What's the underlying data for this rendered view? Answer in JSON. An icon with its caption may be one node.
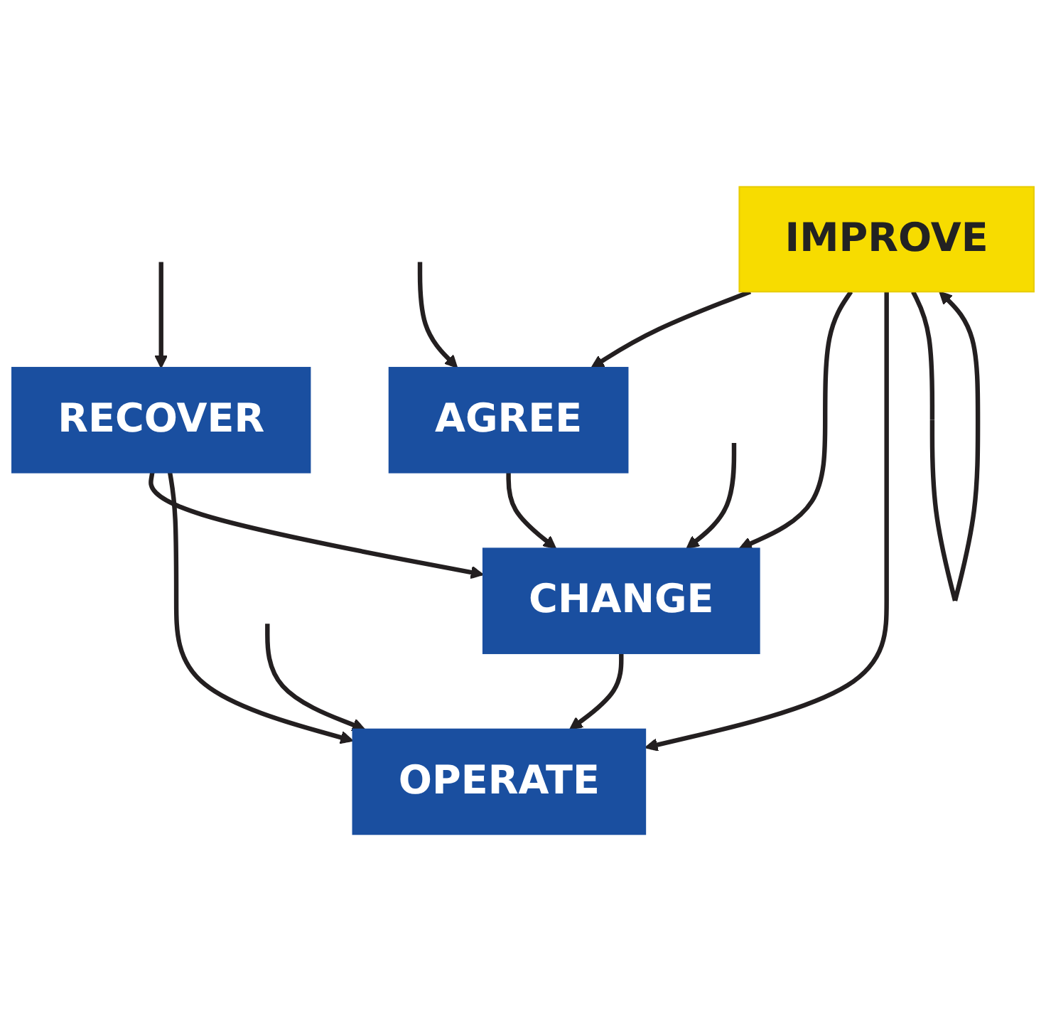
{
  "diagram": {
    "nodes": [
      {
        "text": [
          "AGREE"
        ]
      },
      {
        "text": [
          "CHANGE"
        ]
      },
      {
        "text": [
          "RECOVER"
        ]
      },
      {
        "text": [
          "OPERATE"
        ]
      },
      {
        "text": [
          "IMPROVE"
        ]
      }
    ],
    "edges": [
      {
        "from": null,
        "to": 0,
        "arrow": "to"
      },
      {
        "from": null,
        "to": 1,
        "arrow": "to"
      },
      {
        "from": null,
        "to": 2,
        "arrow": "to"
      },
      {
        "from": null,
        "to": 3,
        "arrow": "to"
      },
      {
        "from": 0,
        "to": 1,
        "arrow": "to"
      },
      {
        "from": 2,
        "to": 1,
        "arrow": "to"
      },
      {
        "from": 2,
        "to": 3,
        "arrow": "to"
      },
      {
        "from": 1,
        "to": 3,
        "arrow": "to"
      },
      {
        "from": 4,
        "to": 0,
        "arrow": "to"
      },
      {
        "from": 4,
        "to": 1,
        "arrow": "to"
      },
      {
        "from": 4,
        "to": 3,
        "arrow": "to"
      },
      {
        "from": 4,
        "to": 4,
        "arrow": "to"
      }
    ]
  }
}
